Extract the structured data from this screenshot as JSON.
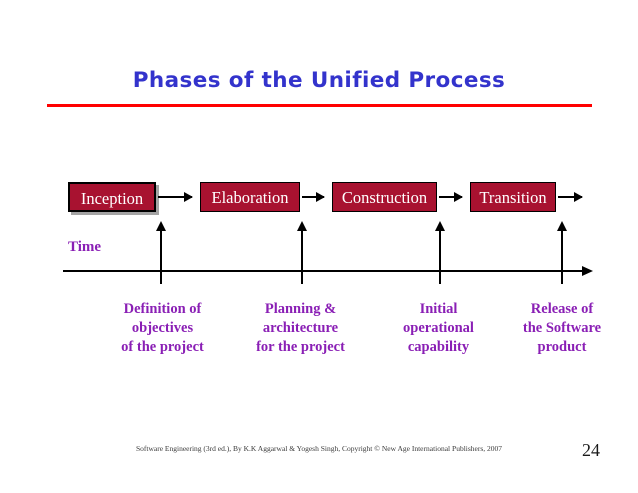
{
  "slide": {
    "title": "Phases of the Unified Process",
    "title_color": "#3333cc",
    "rule_color": "#ff0000",
    "background": "#ffffff"
  },
  "diagram": {
    "box_fill": "#a81230",
    "box_text_color": "#ffffff",
    "accent_purple": "#8a1fb5",
    "time_label": "Time",
    "phases": [
      {
        "name": "Inception",
        "caption_lines": [
          "Definition of",
          "objectives",
          "of the project"
        ]
      },
      {
        "name": "Elaboration",
        "caption_lines": [
          "Planning &",
          "architecture",
          "for the project"
        ]
      },
      {
        "name": "Construction",
        "caption_lines": [
          "Initial",
          "operational",
          "capability"
        ]
      },
      {
        "name": "Transition",
        "caption_lines": [
          "Release of",
          "the Software",
          "product"
        ]
      }
    ]
  },
  "footer": {
    "credit": "Software Engineering (3rd ed.), By K.K Aggarwal & Yogesh Singh, Copyright © New Age International Publishers, 2007",
    "page_number": "24"
  }
}
